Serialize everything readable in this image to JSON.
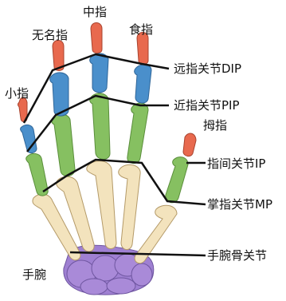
{
  "labels": {
    "middle": "中指",
    "ring": "无名指",
    "index": "食指",
    "little": "小指",
    "thumb": "拇指",
    "dip": "远指关节DIP",
    "pip": "近指关节PIP",
    "ip": "指间关节IP",
    "mp": "掌指关节MP",
    "wrist_joint": "手腕骨关节",
    "wrist": "手腕"
  },
  "colors": {
    "distal": "#e8694e",
    "middle_phalanx": "#4a8fcb",
    "proximal": "#86c061",
    "metacarpal": "#f3e3bd",
    "carpal": "#9f80d2",
    "line": "#111111"
  }
}
